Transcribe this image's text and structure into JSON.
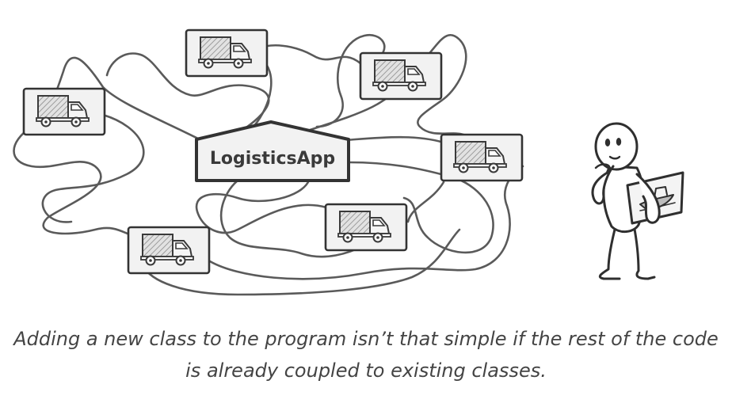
{
  "diagram": {
    "app_box_label": "LogisticsApp",
    "truck_icon": "truck-icon",
    "figure_icon": "thinking-stick-figure-icon",
    "ship_icon": "ship-picture-icon",
    "colors": {
      "line": "#555555",
      "box_fill": "#f2f2f2",
      "box_stroke": "#333333",
      "truck_cargo_fill": "#d9d9d9"
    }
  },
  "caption": {
    "line1": "Adding a new class to the program isn’t that simple if the rest of the code",
    "line2": "is already coupled to existing classes."
  }
}
